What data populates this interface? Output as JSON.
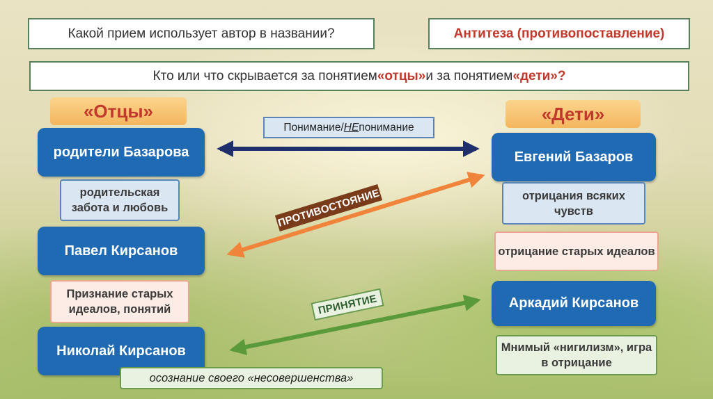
{
  "question1": "Какой прием использует автор в названии?",
  "answer1": "Антитеза (противопоставление)",
  "question2": {
    "part1": "Кто или что скрывается за понятием ",
    "word1": "«отцы»",
    "part2": " и за понятием ",
    "word2": "«дети»",
    "part3": "?"
  },
  "fathers": {
    "header": "«Отцы»",
    "items": [
      {
        "name": "родители Базарова",
        "note": "родительская забота и любовь"
      },
      {
        "name": "Павел Кирсанов",
        "note": "Признание старых идеалов, понятий"
      },
      {
        "name": "Николай Кирсанов",
        "note": "осознание своего «несовершенства»"
      }
    ]
  },
  "children": {
    "header": "«Дети»",
    "items": [
      {
        "name": "Евгений Базаров",
        "note": "отрицания всяких чувств"
      },
      {
        "note": "отрицание старых идеалов"
      },
      {
        "name": "Аркадий Кирсанов",
        "note": "Мнимый «нигилизм», игра в отрицание"
      }
    ]
  },
  "relations": {
    "understanding_part1": "Понимание/",
    "understanding_not": "НЕ",
    "understanding_part2": "понимание",
    "confrontation": "ПРОТИВОСТОЯНИЕ",
    "acceptance": "ПРИНЯТИЕ"
  },
  "colors": {
    "navy_arrow": "#1e2f6b",
    "orange_arrow": "#f0843a",
    "green_arrow": "#5a9a3a",
    "accent_red": "#c0392b",
    "blue_box": "#1f6ab3"
  }
}
